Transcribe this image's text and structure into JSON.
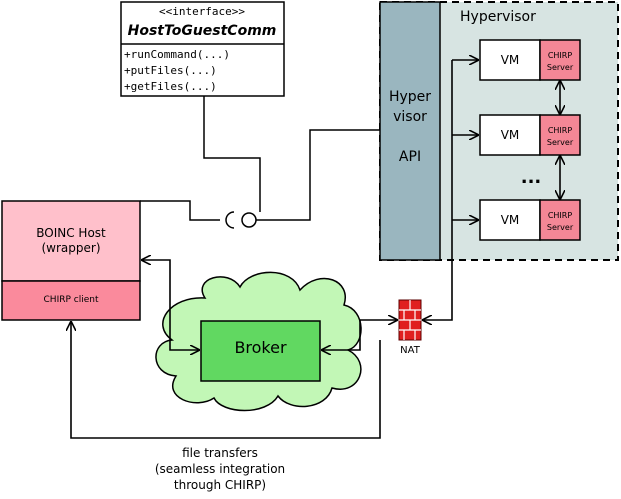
{
  "interface": {
    "stereotype": "<<interface>>",
    "name": "HostToGuestComm",
    "methods": [
      "+runCommand(...)",
      "+putFiles(...)",
      "+getFiles(...)"
    ]
  },
  "hypervisor": {
    "label": "Hypervisor",
    "api_line1": "Hyper",
    "api_line2": "visor",
    "api_line3": "API"
  },
  "vms": [
    {
      "label": "VM",
      "server_line1": "CHIRP",
      "server_line2": "Server"
    },
    {
      "label": "VM",
      "server_line1": "CHIRP",
      "server_line2": "Server"
    },
    {
      "label": "VM",
      "server_line1": "CHIRP",
      "server_line2": "Server"
    }
  ],
  "ellipsis": "...",
  "boinc_host": {
    "line1": "BOINC Host",
    "line2": "(wrapper)",
    "client": "CHIRP client"
  },
  "broker": {
    "label": "Broker"
  },
  "nat": {
    "label": "NAT"
  },
  "file_transfers": {
    "line1": "file transfers",
    "line2": "(seamless integration",
    "line3": "through CHIRP)"
  },
  "colors": {
    "hypervisor_bg": "#d7e4e2",
    "api_bar": "#9ab6bf",
    "chirp_server": "#f48796",
    "boinc_host": "#ffc0cb",
    "chirp_client": "#fa8a9c",
    "cloud": "#c2f7b6",
    "broker": "#61d861",
    "firewall": "#e02020"
  }
}
